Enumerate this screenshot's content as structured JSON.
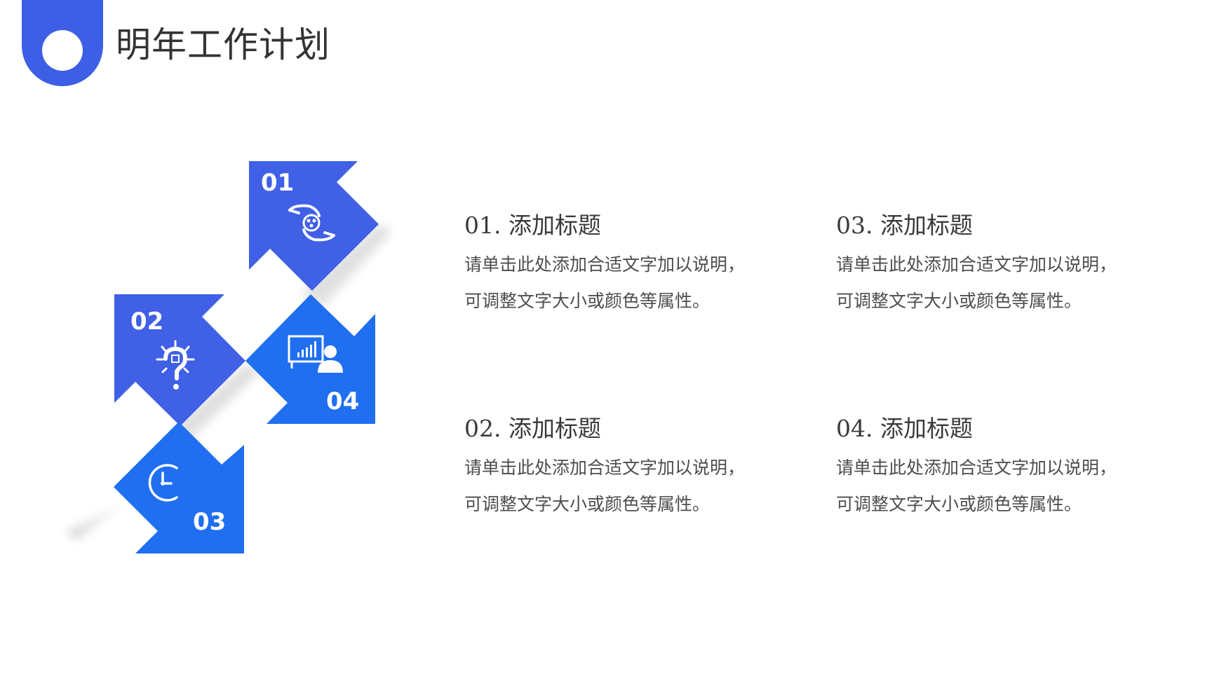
{
  "page": {
    "title": "明年工作计划"
  },
  "colors": {
    "accent": "#3d5fe6",
    "accent_bright": "#1f6ff0",
    "text_dark": "#333333",
    "text_body": "#4d4d4d",
    "white": "#ffffff"
  },
  "diagram": {
    "steps": [
      {
        "number": "01",
        "icon": "hands-people-icon",
        "color": "#4060e6"
      },
      {
        "number": "02",
        "icon": "lightbulb-question-icon",
        "color": "#4060e6"
      },
      {
        "number": "03",
        "icon": "clock-icon",
        "color": "#1f6ff0"
      },
      {
        "number": "04",
        "icon": "presentation-chart-icon",
        "color": "#1f6ff0"
      }
    ]
  },
  "items": [
    {
      "title": "01. 添加标题",
      "line1": "请单击此处添加合适文字加以说明，",
      "line2": "可调整文字大小或颜色等属性。"
    },
    {
      "title": "03. 添加标题",
      "line1": "请单击此处添加合适文字加以说明，",
      "line2": "可调整文字大小或颜色等属性。"
    },
    {
      "title": "02. 添加标题",
      "line1": "请单击此处添加合适文字加以说明，",
      "line2": "可调整文字大小或颜色等属性。"
    },
    {
      "title": "04. 添加标题",
      "line1": "请单击此处添加合适文字加以说明，",
      "line2": "可调整文字大小或颜色等属性。"
    }
  ]
}
